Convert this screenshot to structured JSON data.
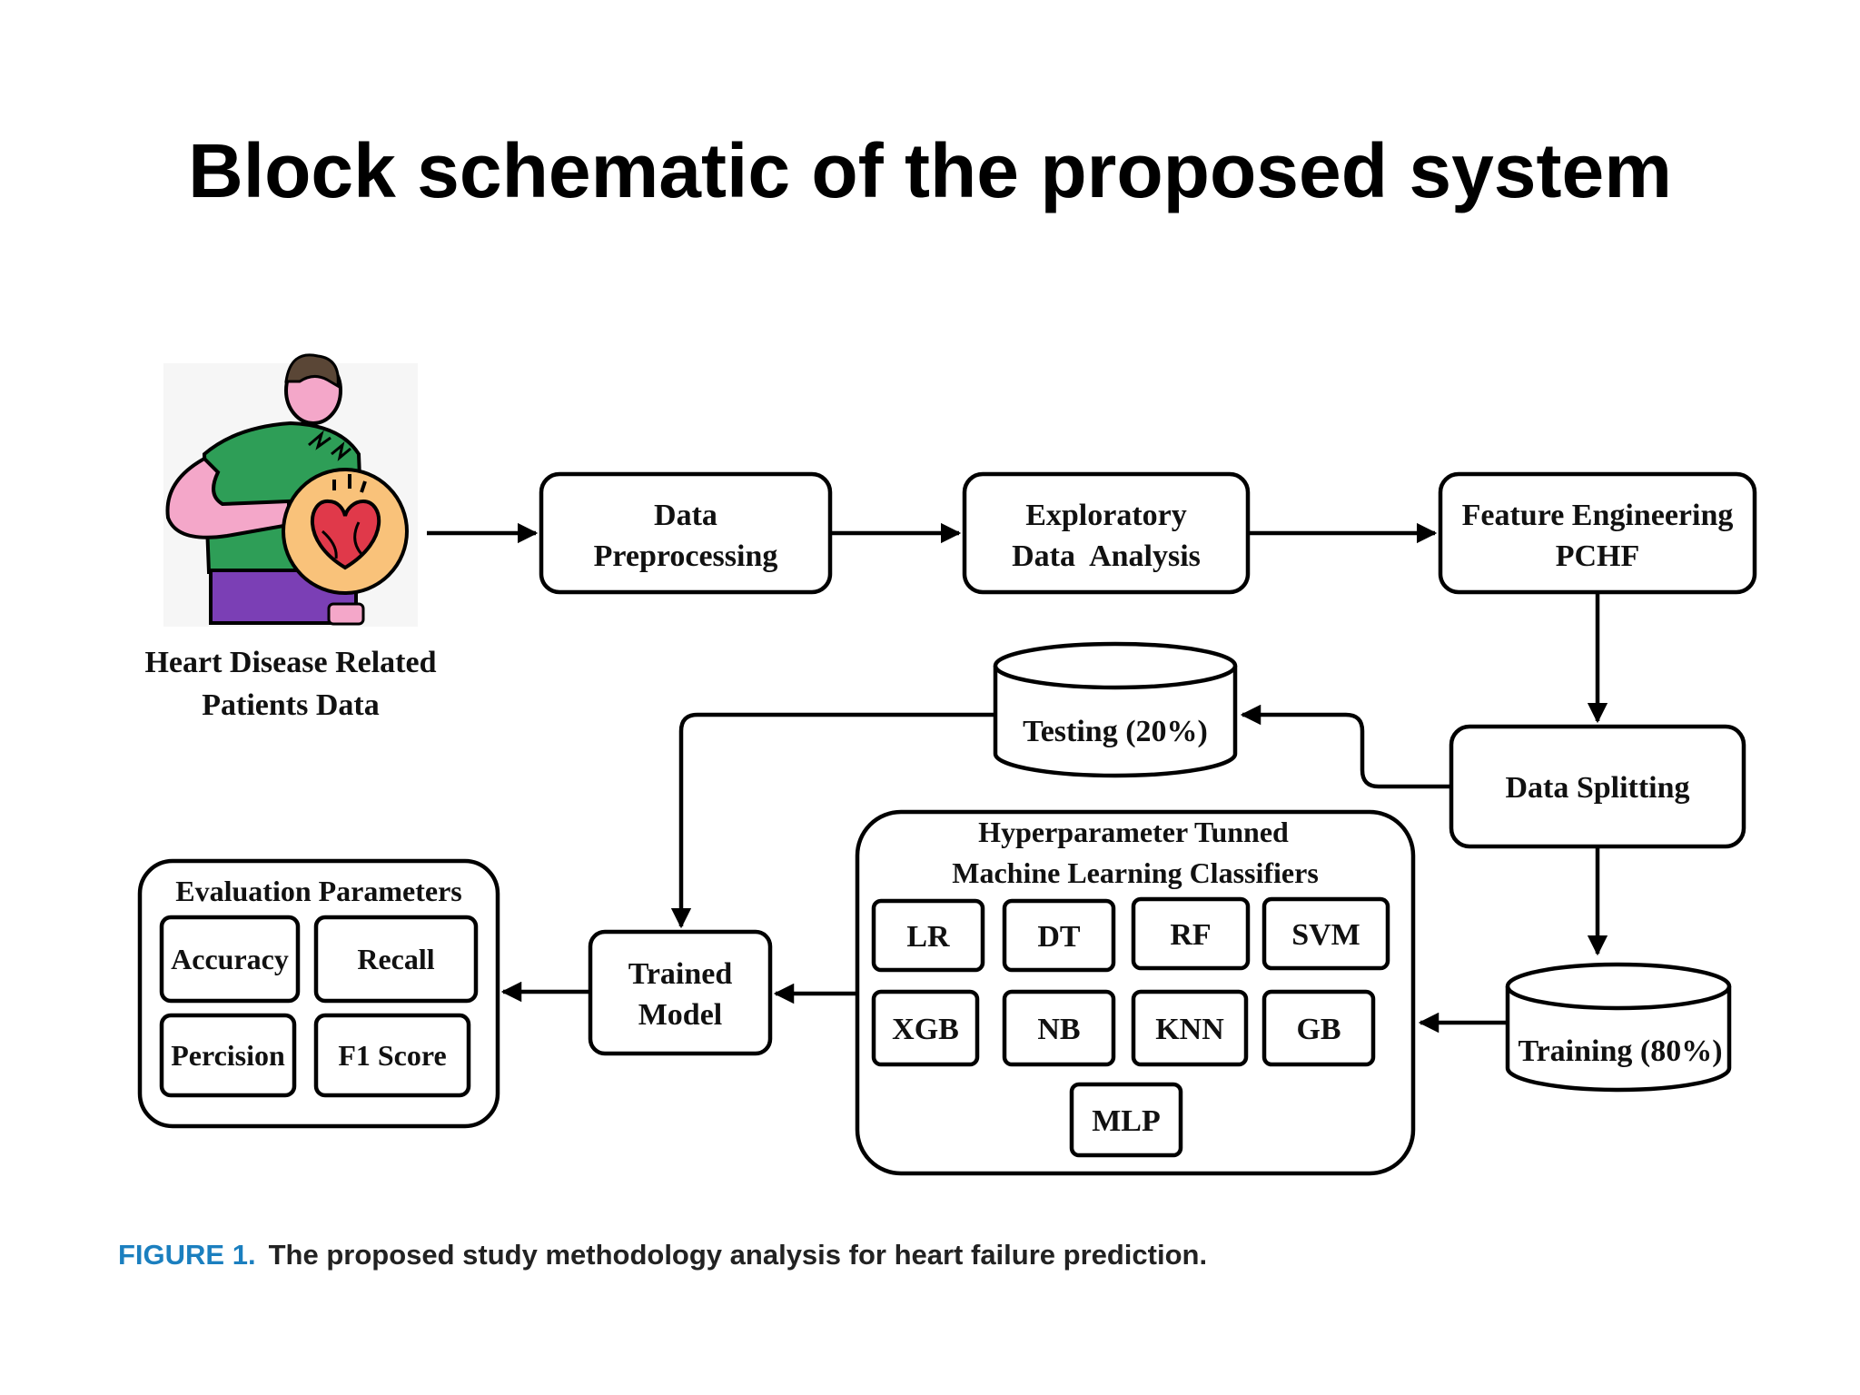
{
  "title": "Block schematic of the proposed system",
  "source": {
    "line1": "Heart Disease Related",
    "line2": "Patients Data"
  },
  "steps": {
    "preprocessing": [
      "Data",
      "Preprocessing"
    ],
    "eda": [
      "Exploratory",
      "Data  Analysis"
    ],
    "feature": [
      "Feature Engineering",
      "PCHF"
    ],
    "splitting": "Data Splitting",
    "testing": "Testing (20%)",
    "training": "Training (80%)",
    "trained_model": [
      "Trained",
      "Model"
    ]
  },
  "classifiers": {
    "title": [
      "Hyperparameter Tunned",
      "Machine Learning Classifiers"
    ],
    "items": [
      "LR",
      "DT",
      "RF",
      "SVM",
      "XGB",
      "NB",
      "KNN",
      "GB",
      "MLP"
    ]
  },
  "evaluation": {
    "title": "Evaluation Parameters",
    "items": [
      "Accuracy",
      "Recall",
      "Percision",
      "F1 Score"
    ]
  },
  "caption": {
    "label": "FIGURE 1.",
    "text": "The proposed study methodology analysis for heart failure prediction."
  },
  "colors": {
    "shirt": "#2e9e57",
    "skin": "#f4a7c9",
    "pants": "#7b3fb5",
    "heart_bg": "#f9c27a",
    "heart": "#e0394a",
    "caption_label": "#1b7fbf"
  }
}
